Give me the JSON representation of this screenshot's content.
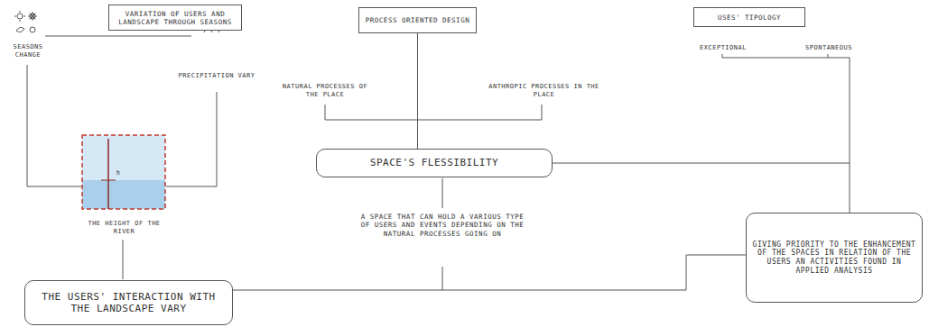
{
  "diagram": {
    "nodes": [
      {
        "text": [
          "VARIATION OF USERS AND LANDSCAPE THROUGH SEASONS"
        ]
      },
      {
        "text": [
          "PROCESS ORIENTED DESIGN"
        ]
      },
      {
        "text": [
          "USES' TIPOLOGY"
        ]
      },
      {
        "text": [
          "SPACE'S FLESSIBILITY"
        ]
      },
      {
        "text": [
          "GIVING PRIORITY TO THE ENHANCEMENT OF THE SPACES IN RELATION OF THE USERS AN ACTIVITIES FOUND IN APPLIED ANALYSIS"
        ]
      },
      {
        "text": [
          "THE USERS' INTERACTION WITH THE LANDSCAPE VARY"
        ]
      }
    ],
    "edges": [
      {
        "from": 1,
        "to": 3,
        "arrow": "none"
      },
      {
        "from": 3,
        "to": 4,
        "arrow": "none"
      },
      {
        "from": 5,
        "to": 4,
        "arrow": "none"
      }
    ],
    "labels": [
      "SEASONS CHANGE",
      "PRECIPITATION VARY",
      "h",
      "THE HEIGHT OF THE RIVER",
      "NATURAL PROCESSES OF THE PLACE",
      "ANTHROPIC PROCESSES IN THE PLACE",
      "EXCEPTIONAL",
      "SPONTANEOUS",
      "A SPACE THAT CAN HOLD A VARIOUS TYPE OF USERS AND EVENTS DEPENDING ON THE NATURAL PROCESSES GOING ON"
    ]
  }
}
